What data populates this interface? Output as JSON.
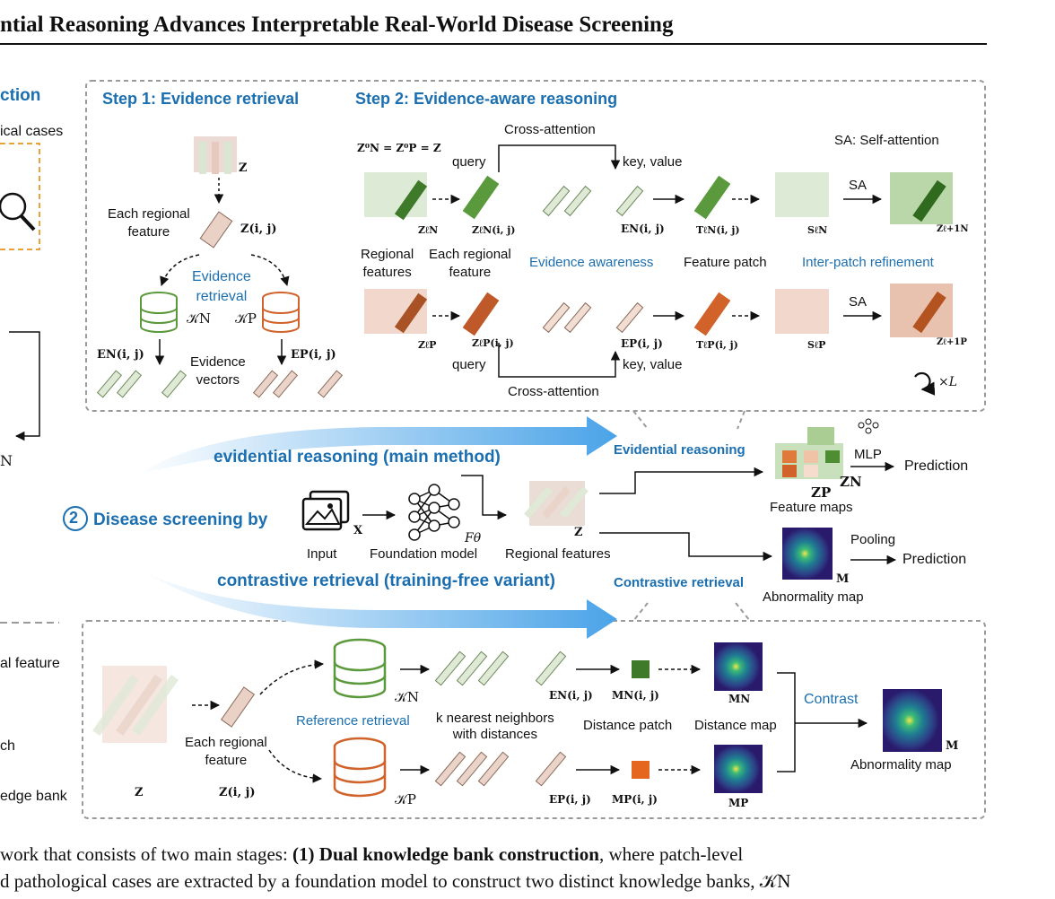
{
  "header": {
    "title": "ntial Reasoning Advances Interpretable Real-World Disease Screening"
  },
  "left_panel": {
    "title_fragment": "ction",
    "cases_fragment": "ical cases",
    "n_fragment": "N",
    "bottom_items": [
      "al feature",
      "ch",
      "edge bank"
    ]
  },
  "step1": {
    "title": "Step 1: Evidence retrieval",
    "z_label": "Z",
    "each_regional_feature": "Each regional\nfeature",
    "zij_label": "Z(i, j)",
    "evidence_retrieval": "Evidence\nretrieval",
    "kn": "𝒦N",
    "kp": "𝒦P",
    "en_label": "EN(i, j)",
    "ep_label": "EP(i, j)",
    "evidence_vectors": "Evidence\nvectors"
  },
  "step2": {
    "title": "Step 2: Evidence-aware reasoning",
    "init_eq": "Z⁰N = Z⁰P = Z",
    "cross_attention_top": "Cross-attention",
    "cross_attention_bottom": "Cross-attention",
    "query_top": "query",
    "query_bottom": "query",
    "key_value_top": "key, value",
    "key_value_bottom": "key, value",
    "sa_legend": "SA: Self-attention",
    "sa": "SA",
    "regional_features": "Regional\nfeatures",
    "each_regional_feature": "Each regional\nfeature",
    "evidence_awareness": "Evidence awareness",
    "feature_patch": "Feature patch",
    "inter_patch_refinement": "Inter-patch refinement",
    "repeat": "×L",
    "sym_zn": "ZℓN",
    "sym_znij": "ZℓN(i, j)",
    "sym_en": "EN(i, j)",
    "sym_tn": "TℓN(i, j)",
    "sym_sn": "SℓN",
    "sym_zn_next": "Zℓ+1N",
    "sym_zp": "ZℓP",
    "sym_zpij": "ZℓP(i, j)",
    "sym_ep": "EP(i, j)",
    "sym_tp": "TℓP(i, j)",
    "sym_sp": "SℓP",
    "sym_zp_next": "Zℓ+1P"
  },
  "middle": {
    "arrow_top_label": "evidential reasoning (main method)",
    "arrow_bottom_label": "contrastive retrieval (training-free variant)",
    "circle_number": "2",
    "disease_screening": "Disease screening by",
    "input_label": "Input",
    "x_label": "X",
    "foundation_model": "Foundation model",
    "f_theta": "Fθ",
    "regional_features": "Regional features",
    "z_label": "Z",
    "evidential_reasoning": "Evidential reasoning",
    "contrastive_retrieval": "Contrastive retrieval",
    "mlp": "MLP",
    "prediction_top": "Prediction",
    "zn": "ZN",
    "zp": "ZP",
    "feature_maps": "Feature maps",
    "pooling": "Pooling",
    "prediction_bottom": "Prediction",
    "m_label": "M",
    "abnormality_map": "Abnormality map"
  },
  "bottom_panel": {
    "z_label": "Z",
    "each_regional_feature": "Each regional\nfeature",
    "zij_label": "Z(i, j)",
    "kn": "𝒦N",
    "kp": "𝒦P",
    "reference_retrieval": "Reference retrieval",
    "knn": "k nearest neighbors\nwith distances",
    "en_label": "EN(i, j)",
    "ep_label": "EP(i, j)",
    "mn_ij": "MN(i, j)",
    "mp_ij": "MP(i, j)",
    "distance_patch": "Distance patch",
    "distance_map": "Distance map",
    "mn": "MN",
    "mp": "MP",
    "contrast": "Contrast",
    "m_label": "M",
    "abnormality_map": "Abnormality map"
  },
  "caption": {
    "line1_start": "work that consists of two main stages: ",
    "line1_bold": "(1) Dual knowledge bank construction",
    "line1_end": ", where patch-level",
    "line2": "d pathological cases are extracted by a foundation model to construct two distinct knowledge banks, 𝒦N"
  },
  "colors": {
    "accent_blue": "#1b6fb0",
    "normal_green": "#5b9a3c",
    "patho_orange": "#d0622a",
    "dashed_border": "#9a9a9a",
    "heatmap_bg": "#2a1a6b"
  },
  "icons": [
    "magnifier-icon",
    "database-icon",
    "image-icon",
    "neural-network-icon",
    "cycle-icon",
    "mlp-icon"
  ]
}
